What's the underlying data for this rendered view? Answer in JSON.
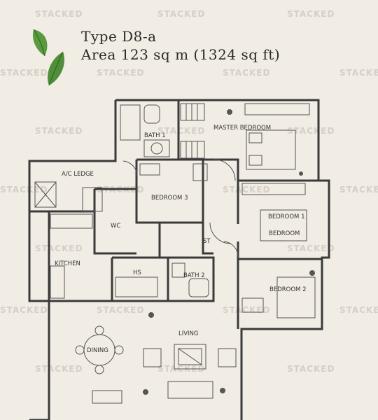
{
  "header": {
    "type_label": "Type D8-a",
    "area_label": "Area 123 sq m (1324 sq ft)"
  },
  "watermark": "STACKED",
  "rooms": {
    "bath1": "BATH 1",
    "master_bedroom": "MASTER BEDROOM",
    "ac_ledge": "A/C LEDGE",
    "bedroom3": "BEDROOM 3",
    "bedroom1": "BEDROOM 1",
    "bedroom1_mirror": "BEDROOM",
    "wc": "WC",
    "store": "ST",
    "kitchen": "KITCHEN",
    "hs": "HS",
    "bath2": "BATH 2",
    "bedroom2": "BEDROOM 2",
    "living": "LIVING",
    "dining": "DINING"
  },
  "colors": {
    "background": "#f1ece4",
    "wall": "#3a3a3a",
    "leaf": "#4f8f3a"
  }
}
